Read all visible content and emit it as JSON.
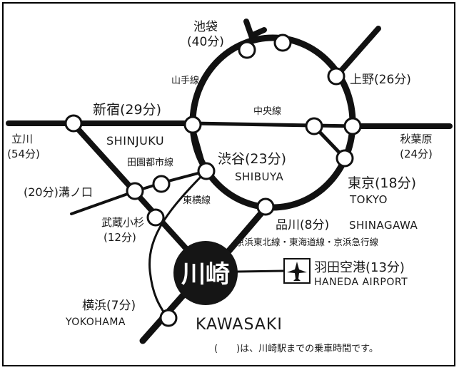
{
  "stations": {
    "ikebukuro": {
      "name": "池袋",
      "time": "(40分)"
    },
    "ueno": {
      "name": "上野(26分)"
    },
    "shinjuku": {
      "name": "新宿(29分)",
      "en": "SHINJUKU"
    },
    "tachikawa": {
      "name": "立川",
      "time": "(54分)"
    },
    "akihabara": {
      "name": "秋葉原",
      "time": "(24分)"
    },
    "shibuya": {
      "name": "渋谷(23分)",
      "en": "SHIBUYA"
    },
    "mizonokuchi": {
      "name": "(20分)溝ノ口"
    },
    "tokyo": {
      "name": "東京(18分)",
      "en": "TOKYO"
    },
    "musashikosugi": {
      "name": "武蔵小杉",
      "time": "(12分)"
    },
    "shinagawa": {
      "name": "品川(8分)",
      "en": "SHINAGAWA"
    },
    "haneda": {
      "name": "羽田空港(13分)",
      "en": "HANEDA AIRPORT"
    },
    "yokohama": {
      "name": "横浜(7分)",
      "en": "YOKOHAMA"
    },
    "kawasaki": {
      "name": "川崎",
      "en": "KAWASAKI"
    }
  },
  "lines": {
    "yamanote": "山手線",
    "chuo": "中央線",
    "denentoshi": "田園都市線",
    "toyoko": "東横線",
    "keihin": "京浜東北線・東海道線・京浜急行線"
  },
  "footnote": "(　　)は、川崎駅までの乗車時間です。",
  "colors": {
    "line": "#111111",
    "node_fill": "#ffffff",
    "hub_fill": "#151515",
    "hub_text": "#ffffff"
  },
  "icons": {
    "airport": "airplane-icon"
  }
}
